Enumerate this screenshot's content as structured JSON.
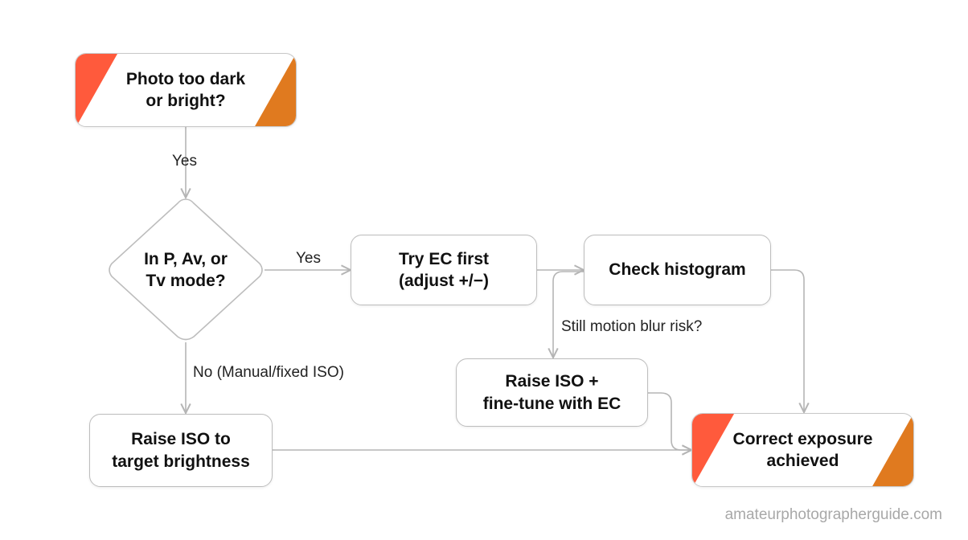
{
  "colors": {
    "accent_left": "#ff5a3c",
    "accent_right": "#e07a1f",
    "edge": "#b5b5b5"
  },
  "nodes": {
    "start": "Photo too dark\nor bright?",
    "mode_question": "In P, Av, or\nTv mode?",
    "try_ec": "Try EC first\n(adjust +/−)",
    "check_histogram": "Check histogram",
    "raise_iso_ec": "Raise ISO +\nfine-tune with EC",
    "raise_iso_target": "Raise ISO to\ntarget brightness",
    "end": "Correct exposure\nachieved"
  },
  "edge_labels": {
    "yes_1": "Yes",
    "yes_2": "Yes",
    "no_manual": "No (Manual/fixed ISO)",
    "blur_risk": "Still motion blur risk?"
  },
  "footer": {
    "watermark": "amateurphotographerguide.com"
  }
}
